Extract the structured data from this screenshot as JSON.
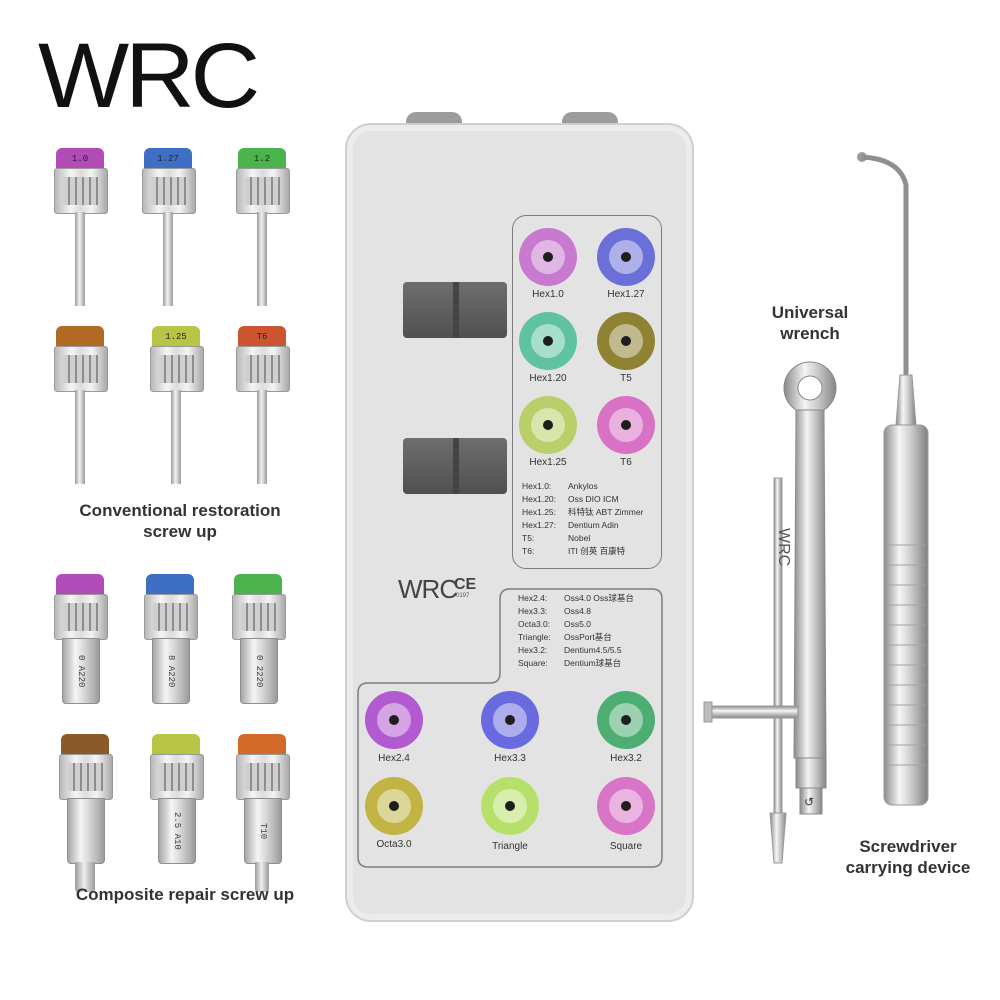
{
  "brand": "WRC",
  "captions": {
    "conventional": "Conventional restoration screw up",
    "composite": "Composite repair screw up",
    "wrench": "Universal wrench",
    "carrier": "Screwdriver carrying device"
  },
  "conventional_bits": [
    {
      "label": "1.0",
      "color": "#b04bb8"
    },
    {
      "label": "1.27",
      "color": "#3f6fc4"
    },
    {
      "label": "1.2",
      "color": "#4bb34b"
    },
    {
      "label": "",
      "color": "#b06a25"
    },
    {
      "label": "1.25",
      "color": "#b8c445"
    },
    {
      "label": "T6",
      "color": "#cc5530"
    }
  ],
  "composite_bits": [
    {
      "sleeve": "0 A220",
      "color": "#b04bb8"
    },
    {
      "sleeve": "8 A220",
      "color": "#3f6fc4"
    },
    {
      "sleeve": "0 2220",
      "color": "#4bb34b"
    },
    {
      "sleeve": "",
      "color": "#8a5a2a"
    },
    {
      "sleeve": "2.5 A10",
      "color": "#b8c445"
    },
    {
      "sleeve": "T10",
      "color": "#d36a2a"
    }
  ],
  "kit": {
    "upper_sockets": [
      {
        "label": "Hex1.0",
        "color": "#c77ad0"
      },
      {
        "label": "Hex1.27",
        "color": "#6b6fd8"
      },
      {
        "label": "Hex1.20",
        "color": "#5fc3a3"
      },
      {
        "label": "T5",
        "color": "#8f8233"
      },
      {
        "label": "Hex1.25",
        "color": "#b9cf6a"
      },
      {
        "label": "T6",
        "color": "#d972c4"
      }
    ],
    "upper_legend": [
      {
        "k": "Hex1.0:",
        "v": "Ankylos"
      },
      {
        "k": "Hex1.20:",
        "v": "Oss DIO ICM"
      },
      {
        "k": "Hex1.25:",
        "v": "科特钛 ABT Zimmer"
      },
      {
        "k": "Hex1.27:",
        "v": "Dentium Adin"
      },
      {
        "k": "T5:",
        "v": "Nobel"
      },
      {
        "k": "T6:",
        "v": "ITI 创英 百康特"
      }
    ],
    "lower_legend": [
      {
        "k": "Hex2.4:",
        "v": "Oss4.0 Oss球基台"
      },
      {
        "k": "Hex3.3:",
        "v": "Oss4.8"
      },
      {
        "k": "Octa3.0:",
        "v": "Oss5.0"
      },
      {
        "k": "Triangle:",
        "v": "OssPort基台"
      },
      {
        "k": "Hex3.2:",
        "v": "Dentium4.5/5.5"
      },
      {
        "k": "Square:",
        "v": "Dentium球基台"
      }
    ],
    "lower_sockets": [
      {
        "label": "Hex2.4",
        "color": "#b25ad0"
      },
      {
        "label": "Hex3.3",
        "color": "#6a6ae0"
      },
      {
        "label": "Hex3.2",
        "color": "#4cae72"
      },
      {
        "label": "Octa3.0",
        "color": "#c1b445"
      },
      {
        "label": "Triangle",
        "color": "#b7e06a"
      },
      {
        "label": "Square",
        "color": "#d975c6"
      }
    ],
    "logo": "WRC",
    "ce": "CE",
    "ce_number": "0197"
  },
  "wrench_marking": "WRC"
}
